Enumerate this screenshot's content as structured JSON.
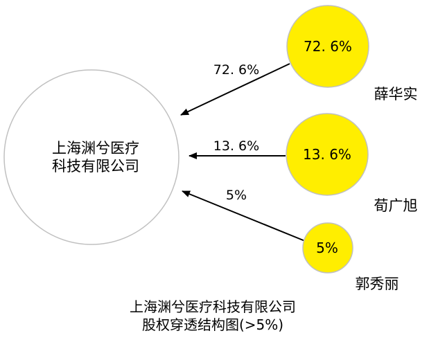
{
  "company": {
    "name_line1": "上海渊兮医疗",
    "name_line2": "科技有限公司"
  },
  "shareholders": [
    {
      "name": "薛华实",
      "percent": "72.6%",
      "edge_label": "72. 6%",
      "node_label": "72. 6%",
      "share": 72.6
    },
    {
      "name": "荀广旭",
      "percent": "13.6%",
      "edge_label": "13. 6%",
      "node_label": "13. 6%",
      "share": 13.6
    },
    {
      "name": "郭秀丽",
      "percent": "5%",
      "edge_label": "5%",
      "node_label": "5%",
      "share": 5
    }
  ],
  "caption": {
    "line1": "上海渊兮医疗科技有限公司",
    "line2": "股权穿透结构图(>5%)"
  },
  "colors": {
    "shareholder_fill": "#ffee00",
    "node_stroke": "#c0c0c0",
    "company_fill": "#ffffff",
    "arrow": "#000000"
  }
}
